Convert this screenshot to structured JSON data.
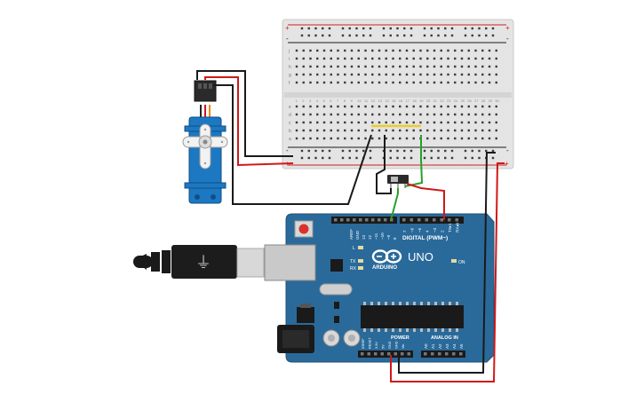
{
  "board": {
    "brand": "ARDUINO",
    "model": "UNO",
    "digital_label": "DIGITAL (PWM~)",
    "power_label": "POWER",
    "analog_label": "ANALOG IN",
    "on_label": "ON",
    "led_l": "L",
    "led_tx": "TX",
    "led_rx": "RX",
    "aref": "AREF",
    "gnd": "GND",
    "tx1": "TX▸1",
    "rx0": "RX◂0",
    "digital_pins": [
      "13",
      "12",
      "~11",
      "~10",
      "~9",
      "8",
      "7",
      "~6",
      "~5",
      "4",
      "~3",
      "2"
    ],
    "power_pins": [
      "IOREF",
      "RESET",
      "3.3V",
      "5V",
      "GND",
      "GND",
      "Vin"
    ],
    "analog_pins": [
      "A0",
      "A1",
      "A2",
      "A3",
      "A4",
      "A5"
    ]
  },
  "breadboard": {
    "rows_top": [
      "j",
      "i",
      "h",
      "g",
      "f"
    ],
    "rows_bottom": [
      "e",
      "d",
      "c",
      "b",
      "a"
    ],
    "column_numbers": [
      "1",
      "2",
      "3",
      "4",
      "5",
      "6",
      "7",
      "8",
      "9",
      "10",
      "11",
      "12",
      "13",
      "14",
      "15",
      "16",
      "17",
      "18",
      "19",
      "20",
      "21",
      "22",
      "23",
      "24",
      "25",
      "26",
      "27",
      "28",
      "29",
      "30"
    ],
    "plus": "+",
    "minus": "-"
  },
  "colors": {
    "board": "#2a6a9a",
    "breadboard": "#e4e4e4",
    "wire_red": "#d01818",
    "wire_black": "#1a1a1a",
    "wire_green": "#28a028",
    "wire_yellow": "#e8cc30",
    "servo": "#1d78c2"
  }
}
